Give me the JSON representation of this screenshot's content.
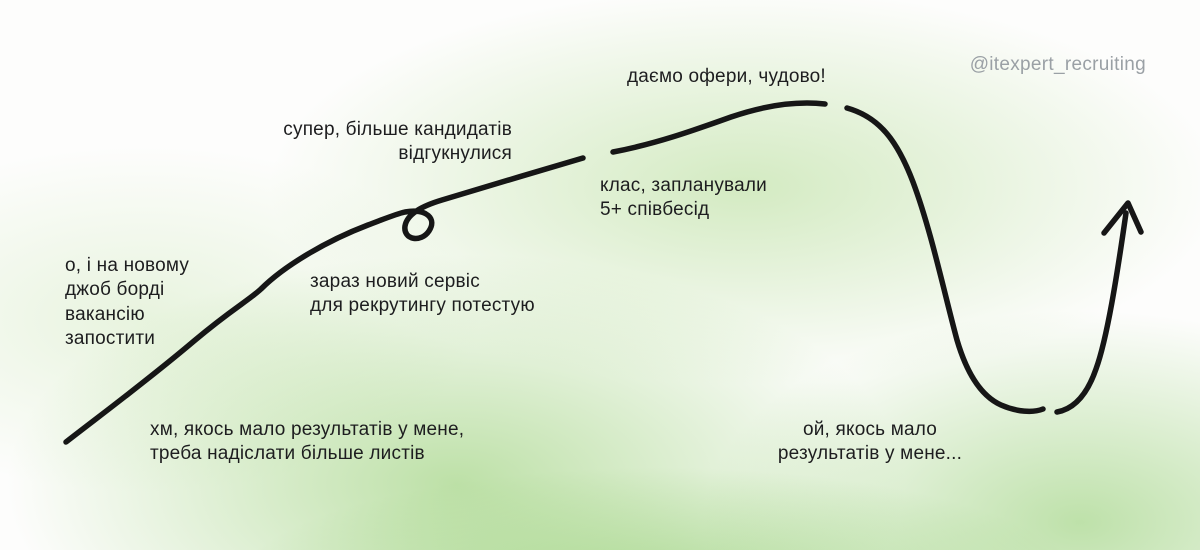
{
  "watermark": "@itexpert_recruiting",
  "annotations": {
    "offers": "даємо офери, чудово!",
    "more_candidates": "супер, більше кандидатів\nвідгукнулися",
    "interviews": "клас, запланували\n5+ співбесід",
    "job_board": "о, і на новому\nджоб борді\nвакансію\nзапостити",
    "new_service": "зараз новий сервіс\nдля рекрутингу потестую",
    "few_results_start": "хм, якось мало результатів у мене,\nтреба надіслати більше листів",
    "few_results_end": "ой, якось мало\nрезультатів у мене..."
  },
  "colors": {
    "line": "#161616",
    "text": "#1d1d1f",
    "watermark": "#9aa0a5",
    "background_green": "#8fcf6e"
  }
}
